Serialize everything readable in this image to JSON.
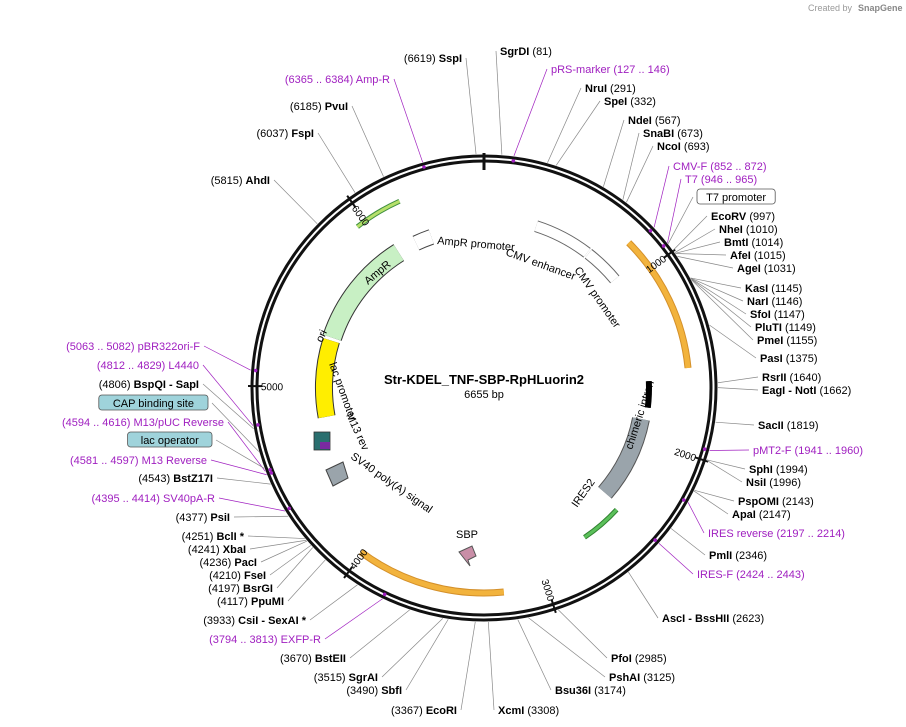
{
  "credit": {
    "prefix": "Created by",
    "brand": "SnapGene"
  },
  "plasmid": {
    "name": "Str-KDEL_TNF-SBP-RpHLuorin2",
    "length_label": "6655 bp"
  },
  "ticks": [
    {
      "label": "1000",
      "pos": 1000
    },
    {
      "label": "2000",
      "pos": 2000
    },
    {
      "label": "3000",
      "pos": 3000
    },
    {
      "label": "4000",
      "pos": 4000
    },
    {
      "label": "5000",
      "pos": 5000
    },
    {
      "label": "6000",
      "pos": 6000
    }
  ],
  "features": [
    {
      "label": "AmpR promoter",
      "start": 6180,
      "end": 6290,
      "kind": "promoter-hollow"
    },
    {
      "label": "AmpR",
      "start": 5310,
      "end": 6165,
      "kind": "cds-green"
    },
    {
      "label": "ori",
      "start": 4780,
      "end": 5300,
      "kind": "yellow"
    },
    {
      "label": "CMV enhancer",
      "start": 330,
      "end": 710,
      "kind": "hollow"
    },
    {
      "label": "CMV promoter",
      "start": 720,
      "end": 925,
      "kind": "hollow"
    },
    {
      "label": "chimeric intron",
      "start": 1640,
      "end": 1790,
      "kind": "bar"
    },
    {
      "label": "IRES2",
      "start": 1850,
      "end": 2430,
      "kind": "gray"
    },
    {
      "label": "SBP",
      "start": 3260,
      "end": 3320,
      "kind": "pink"
    },
    {
      "label": "SV40 poly(A) signal",
      "start": 4030,
      "end": 4150,
      "kind": "gray-small"
    },
    {
      "label": "lac promoter",
      "start": 4490,
      "end": 4520,
      "kind": "hidden"
    },
    {
      "label": "M13 rev",
      "start": 4581,
      "end": 4597,
      "kind": "hidden"
    },
    {
      "label": "",
      "start": 4600,
      "end": 4640,
      "kind": "lacop"
    }
  ],
  "left_labels": [
    {
      "pos": "(6619)",
      "name": "SspI",
      "site": 6619
    },
    {
      "pos": "(6365 .. 6384)",
      "name": "Amp-R",
      "site": 6374,
      "feat": true
    },
    {
      "pos": "(6185)",
      "name": "PvuI",
      "site": 6185
    },
    {
      "pos": "(6037)",
      "name": "FspI",
      "site": 6037
    },
    {
      "pos": "(5815)",
      "name": "AhdI",
      "site": 5815
    },
    {
      "pos": "(5063 .. 5082)",
      "name": "pBR322ori-F",
      "site": 5072,
      "feat": true
    },
    {
      "pos": "(4812 .. 4829)",
      "name": "L4440",
      "site": 4820,
      "feat": true
    },
    {
      "pos": "(4806)",
      "name": "BspQI",
      "extra": "- SapI",
      "site": 4806
    },
    {
      "pos": "",
      "name": "CAP binding site",
      "site": 4700,
      "boxed": true
    },
    {
      "pos": "(4594 .. 4616)",
      "name": "M13/pUC Reverse",
      "site": 4605,
      "feat": true
    },
    {
      "pos": "",
      "name": "lac operator",
      "site": 4620,
      "boxed": true
    },
    {
      "pos": "(4581 .. 4597)",
      "name": "M13 Reverse",
      "site": 4589,
      "feat": true
    },
    {
      "pos": "(4543)",
      "name": "BstZ17I",
      "site": 4543
    },
    {
      "pos": "(4395 .. 4414)",
      "name": "SV40pA-R",
      "site": 4405,
      "feat": true
    },
    {
      "pos": "(4377)",
      "name": "PsiI",
      "site": 4377
    },
    {
      "pos": "(4251)",
      "name": "BclI *",
      "site": 4251
    },
    {
      "pos": "(4241)",
      "name": "XbaI",
      "site": 4241
    },
    {
      "pos": "(4236)",
      "name": "PacI",
      "site": 4236
    },
    {
      "pos": "(4210)",
      "name": "FseI",
      "site": 4210
    },
    {
      "pos": "(4197)",
      "name": "BsrGI",
      "site": 4197
    },
    {
      "pos": "(4117)",
      "name": "PpuMI",
      "site": 4117
    },
    {
      "pos": "(3933)",
      "name": "CsiI",
      "extra": "- SexAI *",
      "site": 3933
    },
    {
      "pos": "(3794 .. 3813)",
      "name": "EXFP-R",
      "site": 3803,
      "feat": true
    },
    {
      "pos": "(3670)",
      "name": "BstEII",
      "site": 3670
    },
    {
      "pos": "(3515)",
      "name": "SgrAI",
      "site": 3515
    },
    {
      "pos": "(3490)",
      "name": "SbfI",
      "site": 3490
    },
    {
      "pos": "(3367)",
      "name": "EcoRI",
      "site": 3367
    }
  ],
  "right_labels": [
    {
      "name": "SgrDI",
      "pos": "(81)",
      "site": 81
    },
    {
      "name": "pRS-marker",
      "pos": "(127 .. 146)",
      "site": 136,
      "feat": true
    },
    {
      "name": "NruI",
      "pos": "(291)",
      "site": 291
    },
    {
      "name": "SpeI",
      "pos": "(332)",
      "site": 332
    },
    {
      "name": "NdeI",
      "pos": "(567)",
      "site": 567
    },
    {
      "name": "SnaBI",
      "pos": "(673)",
      "site": 673
    },
    {
      "name": "NcoI",
      "pos": "(693)",
      "site": 693
    },
    {
      "name": "CMV-F",
      "pos": "(852 .. 872)",
      "site": 862,
      "feat": true
    },
    {
      "name": "T7",
      "pos": "(946 .. 965)",
      "site": 955,
      "feat": true
    },
    {
      "name": "T7 promoter",
      "pos": "",
      "site": 960,
      "boxed": true
    },
    {
      "name": "EcoRV",
      "pos": "(997)",
      "site": 997
    },
    {
      "name": "NheI",
      "pos": "(1010)",
      "site": 1010
    },
    {
      "name": "BmtI",
      "pos": "(1014)",
      "site": 1014
    },
    {
      "name": "AfeI",
      "pos": "(1015)",
      "site": 1015
    },
    {
      "name": "AgeI",
      "pos": "(1031)",
      "site": 1031
    },
    {
      "name": "KasI",
      "pos": "(1145)",
      "site": 1145
    },
    {
      "name": "NarI",
      "pos": "(1146)",
      "site": 1146
    },
    {
      "name": "SfoI",
      "pos": "(1147)",
      "site": 1147
    },
    {
      "name": "PluTI",
      "pos": "(1149)",
      "site": 1149
    },
    {
      "name": "PmeI",
      "pos": "(1155)",
      "site": 1155
    },
    {
      "name": "PasI",
      "pos": "(1375)",
      "site": 1375
    },
    {
      "name": "RsrII",
      "pos": "(1640)",
      "site": 1640
    },
    {
      "name": "EagI",
      "extra": "- NotI",
      "pos": "(1662)",
      "site": 1662
    },
    {
      "name": "SacII",
      "pos": "(1819)",
      "site": 1819
    },
    {
      "name": "pMT2-F",
      "pos": "(1941 .. 1960)",
      "site": 1950,
      "feat": true
    },
    {
      "name": "SphI",
      "pos": "(1994)",
      "site": 1994
    },
    {
      "name": "NsiI",
      "pos": "(1996)",
      "site": 1996
    },
    {
      "name": "PspOMI",
      "pos": "(2143)",
      "site": 2143
    },
    {
      "name": "ApaI",
      "pos": "(2147)",
      "site": 2147
    },
    {
      "name": "IRES reverse",
      "pos": "(2197 .. 2214)",
      "site": 2205,
      "feat": true
    },
    {
      "name": "PmlI",
      "pos": "(2346)",
      "site": 2346
    },
    {
      "name": "IRES-F",
      "pos": "(2424 .. 2443)",
      "site": 2433,
      "feat": true
    },
    {
      "name": "AscI",
      "extra": "- BssHII",
      "pos": "(2623)",
      "site": 2623
    },
    {
      "name": "PfoI",
      "pos": "(2985)",
      "site": 2985
    },
    {
      "name": "PshAI",
      "pos": "(3125)",
      "site": 3125
    },
    {
      "name": "Bsu36I",
      "pos": "(3174)",
      "site": 3174
    },
    {
      "name": "XcmI",
      "pos": "(3308)",
      "site": 3308
    }
  ]
}
